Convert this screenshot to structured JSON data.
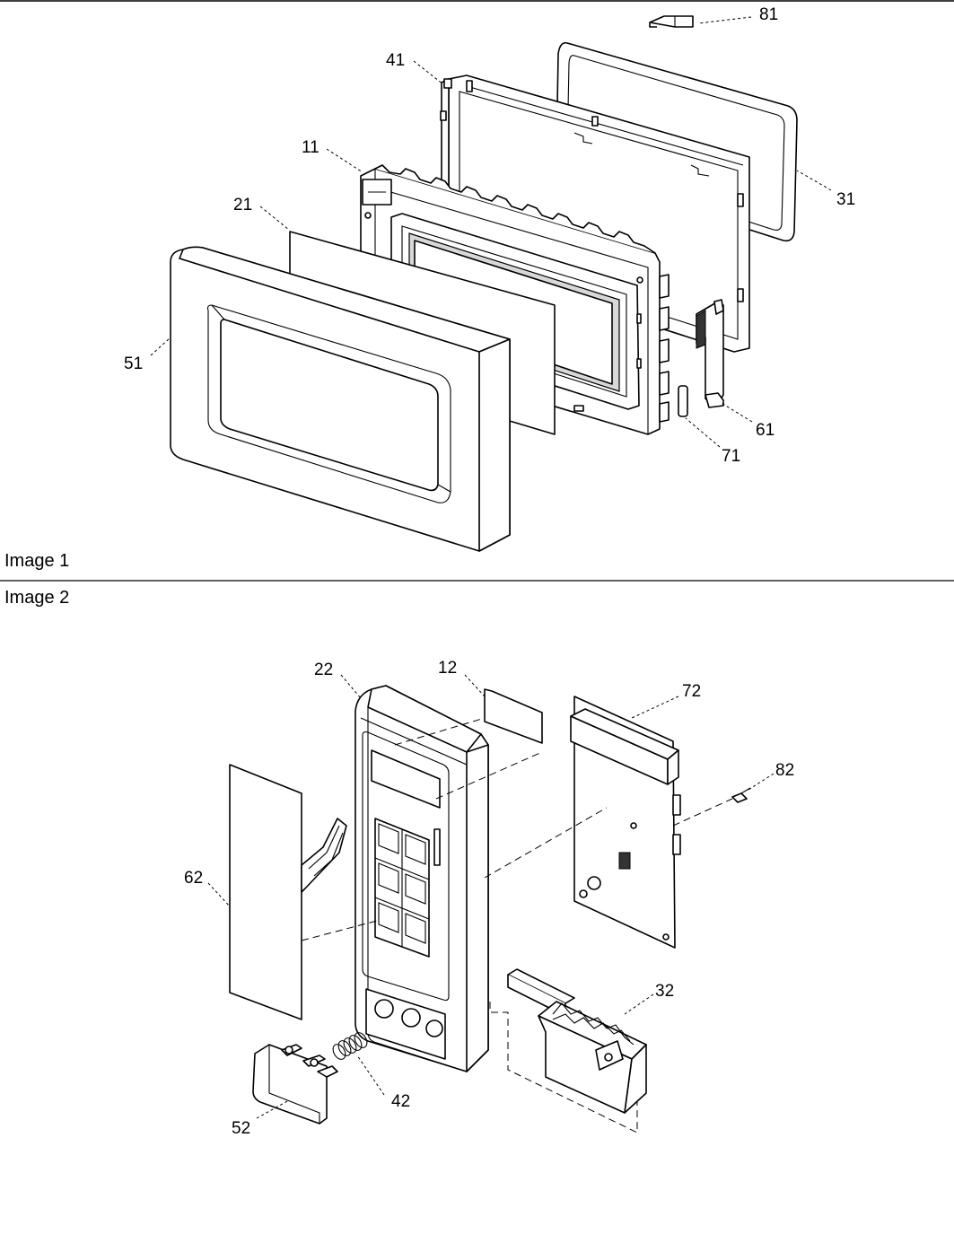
{
  "images": [
    {
      "caption": "Image 1",
      "callouts": [
        "81",
        "41",
        "31",
        "11",
        "21",
        "51",
        "61",
        "71"
      ]
    },
    {
      "caption": "Image 2",
      "callouts": [
        "22",
        "12",
        "72",
        "82",
        "62",
        "32",
        "42",
        "52"
      ]
    }
  ]
}
